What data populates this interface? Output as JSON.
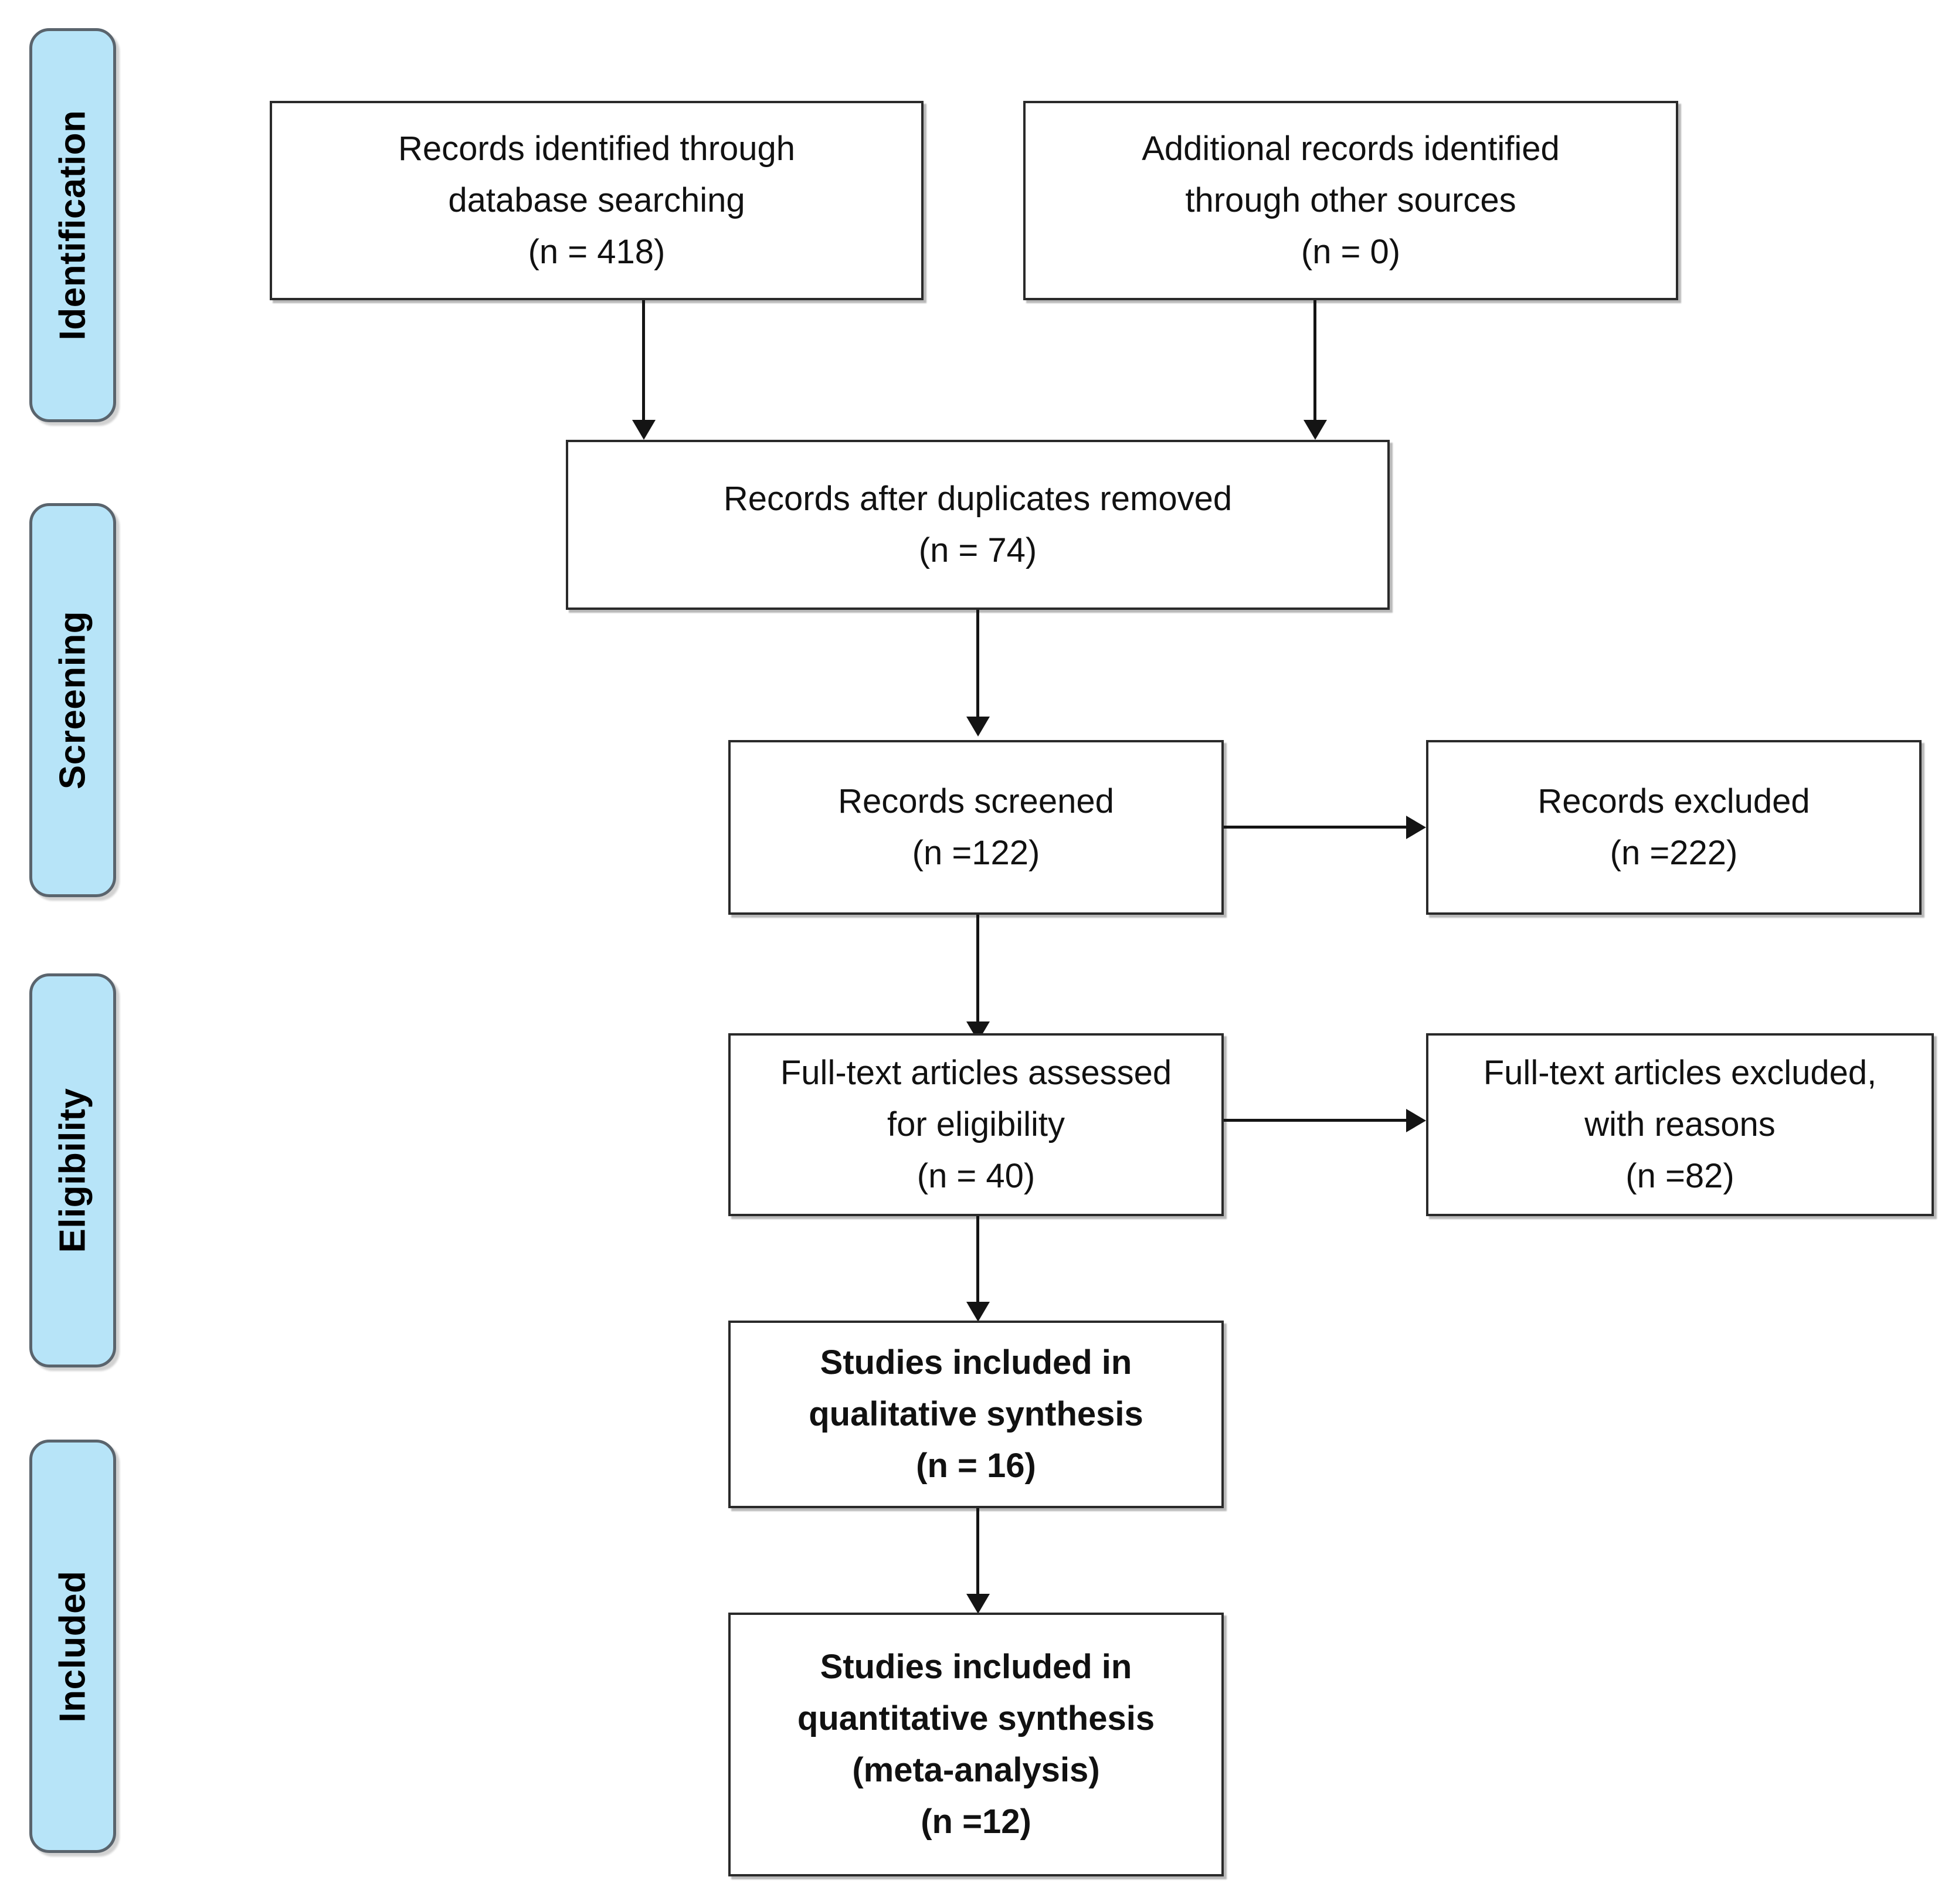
{
  "diagram": {
    "title": "PRISMA flow diagram",
    "type": "flowchart",
    "colors": {
      "stage_tab_fill": "#b7e4f8",
      "stage_tab_border": "#5a646d",
      "box_fill": "#ffffff",
      "box_border": "#2a2a2a",
      "connector": "#141414",
      "text": "#111111"
    }
  },
  "stages": [
    {
      "id": "identification",
      "label": "Identification"
    },
    {
      "id": "screening",
      "label": "Screening"
    },
    {
      "id": "eligibility",
      "label": "Eligibility"
    },
    {
      "id": "included",
      "label": "Included"
    }
  ],
  "boxes": {
    "database_search": {
      "id": "records-identified-database",
      "lines": [
        "Records identified through",
        "database searching",
        "(n = 418)"
      ],
      "count": 418,
      "bold": false
    },
    "other_sources": {
      "id": "additional-records-other-sources",
      "lines": [
        "Additional records identified",
        "through other sources",
        "(n = 0)"
      ],
      "count": 0,
      "bold": false
    },
    "duplicates_removed": {
      "id": "records-after-duplicates-removed",
      "lines": [
        "Records after duplicates removed",
        "(n = 74)"
      ],
      "count": 74,
      "bold": false
    },
    "records_screened": {
      "id": "records-screened",
      "lines": [
        "Records screened",
        "(n =122)"
      ],
      "count": 122,
      "bold": false
    },
    "records_excluded": {
      "id": "records-excluded",
      "lines": [
        "Records excluded",
        "(n =222)"
      ],
      "count": 222,
      "bold": false
    },
    "fulltext_assessed": {
      "id": "full-text-articles-assessed",
      "lines": [
        "Full-text articles assessed",
        "for eligibility",
        "(n = 40)"
      ],
      "count": 40,
      "bold": false
    },
    "fulltext_excluded": {
      "id": "full-text-articles-excluded",
      "lines": [
        "Full-text articles excluded,",
        "with reasons",
        "(n =82)"
      ],
      "count": 82,
      "bold": false
    },
    "qualitative_synthesis": {
      "id": "studies-included-qualitative",
      "lines": [
        "Studies included in",
        "qualitative synthesis",
        "(n = 16)"
      ],
      "count": 16,
      "bold": true
    },
    "quantitative_synthesis": {
      "id": "studies-included-quantitative",
      "lines": [
        "Studies included in",
        "quantitative synthesis",
        "(meta-analysis)",
        "(n =12)"
      ],
      "count": 12,
      "bold": true
    }
  }
}
